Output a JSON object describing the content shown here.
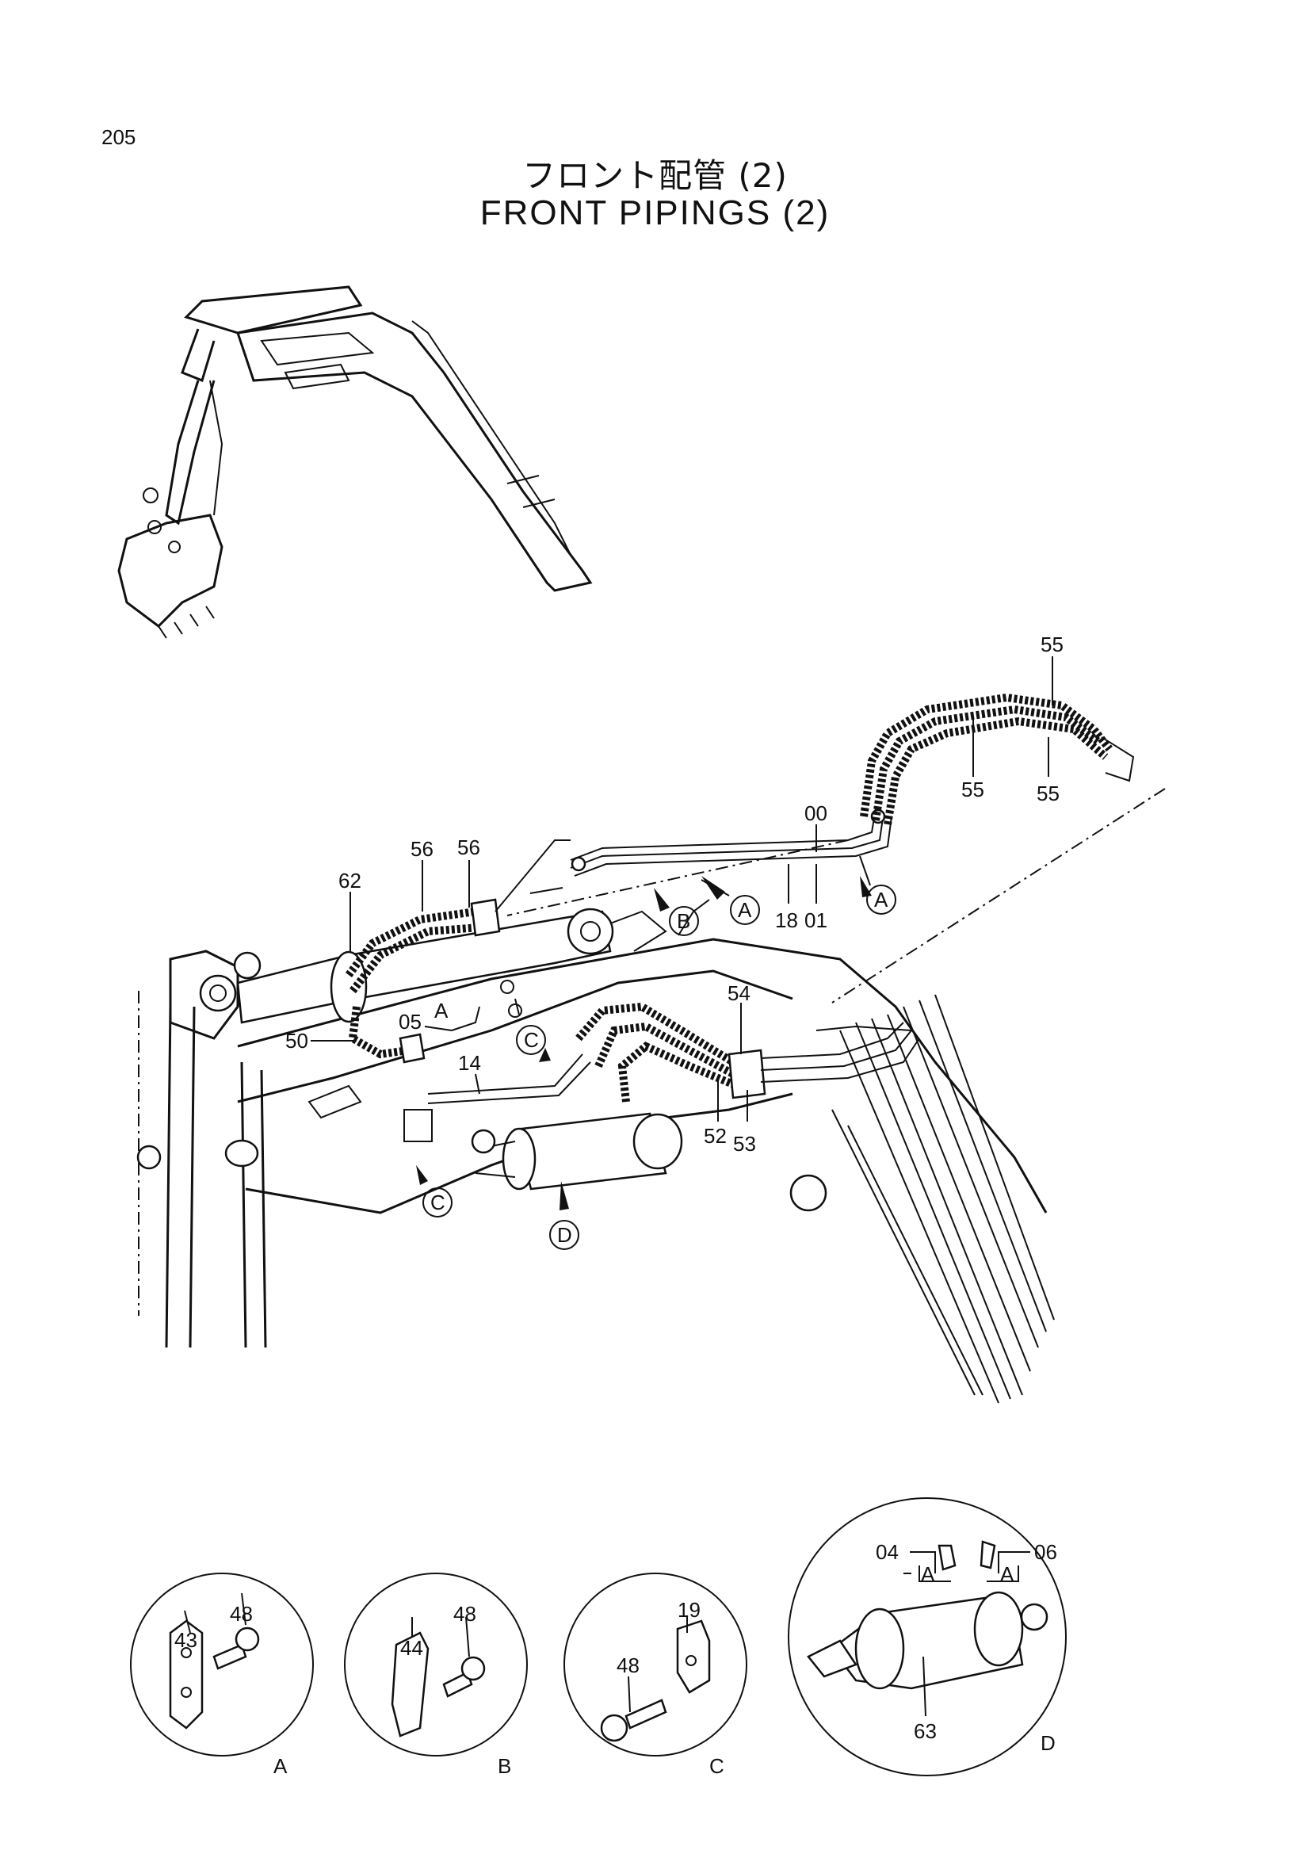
{
  "page": {
    "number": "205"
  },
  "title": {
    "japanese": "フロント配管 (2)",
    "english": "FRONT PIPINGS (2)"
  },
  "main_callouts": [
    {
      "id": "c-55a",
      "text": "55"
    },
    {
      "id": "c-55b",
      "text": "55"
    },
    {
      "id": "c-55c",
      "text": "55"
    },
    {
      "id": "c-00",
      "text": "00"
    },
    {
      "id": "c-18",
      "text": "18"
    },
    {
      "id": "c-01",
      "text": "01"
    },
    {
      "id": "c-56a",
      "text": "56"
    },
    {
      "id": "c-56b",
      "text": "56"
    },
    {
      "id": "c-62",
      "text": "62"
    },
    {
      "id": "c-05",
      "text": "05"
    },
    {
      "id": "c-50",
      "text": "50"
    },
    {
      "id": "c-14",
      "text": "14"
    },
    {
      "id": "c-54",
      "text": "54"
    },
    {
      "id": "c-52",
      "text": "52"
    },
    {
      "id": "c-53",
      "text": "53"
    }
  ],
  "reference_circles": [
    {
      "id": "ref-a1",
      "text": "A"
    },
    {
      "id": "ref-a2",
      "text": "A"
    },
    {
      "id": "ref-b",
      "text": "B"
    },
    {
      "id": "ref-c1",
      "text": "C"
    },
    {
      "id": "ref-c2",
      "text": "C"
    },
    {
      "id": "ref-d",
      "text": "D"
    }
  ],
  "small_labels": [
    {
      "id": "s-a-05",
      "text": "A"
    }
  ],
  "detail_views": [
    {
      "view": "A",
      "labels": [
        "43",
        "48"
      ]
    },
    {
      "view": "B",
      "labels": [
        "44",
        "48"
      ]
    },
    {
      "view": "C",
      "labels": [
        "48",
        "19"
      ]
    },
    {
      "view": "D",
      "labels": [
        "04",
        "06",
        "A",
        "A",
        "63"
      ]
    }
  ]
}
